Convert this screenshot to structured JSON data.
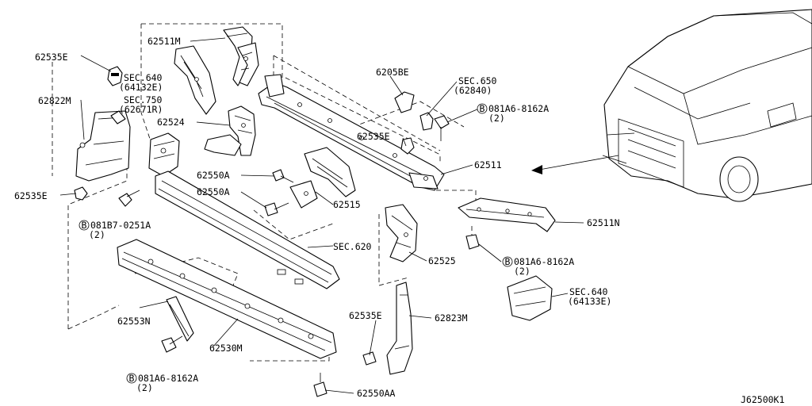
{
  "diagram": {
    "code": "J62500K1",
    "callouts": [
      {
        "id": "c-62535e-a",
        "text": "62535E"
      },
      {
        "id": "c-sec640-a",
        "text": "SEC.640"
      },
      {
        "id": "c-64132e",
        "text": "(64132E)"
      },
      {
        "id": "c-sec750",
        "text": "SEC.750"
      },
      {
        "id": "c-62671r",
        "text": "(62671R)"
      },
      {
        "id": "c-62822m",
        "text": "62822M"
      },
      {
        "id": "c-62535e-b",
        "text": "62535E"
      },
      {
        "id": "c-b0251a",
        "text": "081B7-0251A"
      },
      {
        "id": "c-qty-a",
        "text": "(2)"
      },
      {
        "id": "c-62511m",
        "text": "62511M"
      },
      {
        "id": "c-62524",
        "text": "62524"
      },
      {
        "id": "c-62550a-a",
        "text": "62550A"
      },
      {
        "id": "c-62550a-b",
        "text": "62550A"
      },
      {
        "id": "c-62515",
        "text": "62515"
      },
      {
        "id": "c-sec620",
        "text": "SEC.620"
      },
      {
        "id": "c-62553n",
        "text": "62553N"
      },
      {
        "id": "c-62530m",
        "text": "62530M"
      },
      {
        "id": "c-b8162a-a",
        "text": "081A6-8162A"
      },
      {
        "id": "c-qty-b",
        "text": "(2)"
      },
      {
        "id": "c-62058e",
        "text": "6205BE"
      },
      {
        "id": "c-sec650",
        "text": "SEC.650"
      },
      {
        "id": "c-62840",
        "text": "(62840)"
      },
      {
        "id": "c-b8162a-b",
        "text": "081A6-8162A"
      },
      {
        "id": "c-qty-c",
        "text": "(2)"
      },
      {
        "id": "c-62535e-c",
        "text": "62535E"
      },
      {
        "id": "c-62511",
        "text": "62511"
      },
      {
        "id": "c-62511n",
        "text": "62511N"
      },
      {
        "id": "c-62525",
        "text": "62525"
      },
      {
        "id": "c-b8162a-c",
        "text": "081A6-8162A"
      },
      {
        "id": "c-qty-d",
        "text": "(2)"
      },
      {
        "id": "c-sec640-b",
        "text": "SEC.640"
      },
      {
        "id": "c-64133e",
        "text": "(64133E)"
      },
      {
        "id": "c-62535e-d",
        "text": "62535E"
      },
      {
        "id": "c-62823m",
        "text": "62823M"
      },
      {
        "id": "c-62550aa",
        "text": "62550AA"
      }
    ],
    "bolt_marker": "B"
  }
}
